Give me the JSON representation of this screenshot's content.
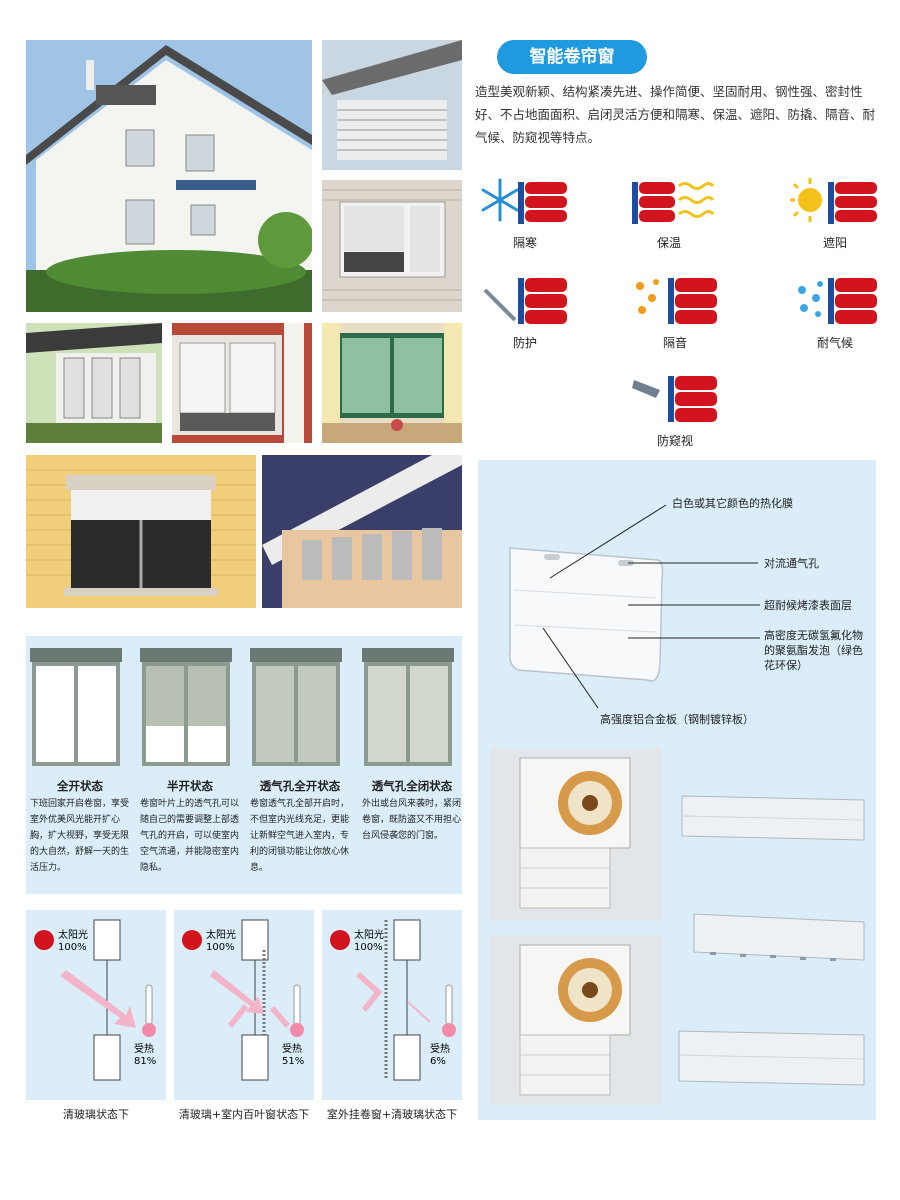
{
  "section_title": "智能卷帘窗",
  "intro_text": "造型美观新颖、结构紧凑先进、操作简便、坚固耐用、钢性强、密封性好、不占地面面积、启闭灵活方便和隔寒、保温、遮阳、防撬、隔音、耐气候、防窥视等特点。",
  "features": [
    {
      "label": "隔寒",
      "icon": "snowflake-icon"
    },
    {
      "label": "保温",
      "icon": "heat-wave-icon"
    },
    {
      "label": "遮阳",
      "icon": "sun-icon"
    },
    {
      "label": "防护",
      "icon": "pry-bar-icon"
    },
    {
      "label": "隔音",
      "icon": "sound-icon"
    },
    {
      "label": "耐气候",
      "icon": "raindrop-icon"
    },
    {
      "label": "防窥视",
      "icon": "flashlight-icon"
    }
  ],
  "states": [
    {
      "title": "全开状态",
      "desc": "下班回家开启卷窗，享受室外优美风光能开扩心胸，扩大视野，享受无限的大自然，舒解一天的生活压力。"
    },
    {
      "title": "半开状态",
      "desc": "卷窗叶片上的透气孔可以随自己的需要调整上部透气孔的开启，可以使室内空气流通，并能隐密室内隐私。"
    },
    {
      "title": "透气孔全开状态",
      "desc": "卷窗透气孔全部开启时，不但室内光线充足，更能让新鲜空气进入室内，专利的闭锁功能让你放心休息。"
    },
    {
      "title": "透气孔全闭状态",
      "desc": "外出或台风来袭时，紧闭卷窗，既防盗又不用担心台风侵袭您的门窗。"
    }
  ],
  "sun_label": "太阳光",
  "sun_percent": "100%",
  "heat_label": "受热",
  "diagrams": [
    {
      "heat_percent": "81%",
      "caption": "清玻璃状态下"
    },
    {
      "heat_percent": "51%",
      "caption": "清玻璃+室内百叶窗状态下"
    },
    {
      "heat_percent": "6%",
      "caption": "室外挂卷窗+清玻璃状态下"
    }
  ],
  "structure_callouts": {
    "film": "白色或其它颜色的热化膜",
    "vent": "对流通气孔",
    "coating": "超耐候烤漆表面层",
    "foam": "高密度无碳氢氟化物的聚氨酯发泡（绿色花环保）",
    "plate": "高强度铝合金板（钢制镀锌板）"
  },
  "colors": {
    "accent": "#1e9be0",
    "panel": "#daedf8",
    "red": "#d2141e"
  }
}
